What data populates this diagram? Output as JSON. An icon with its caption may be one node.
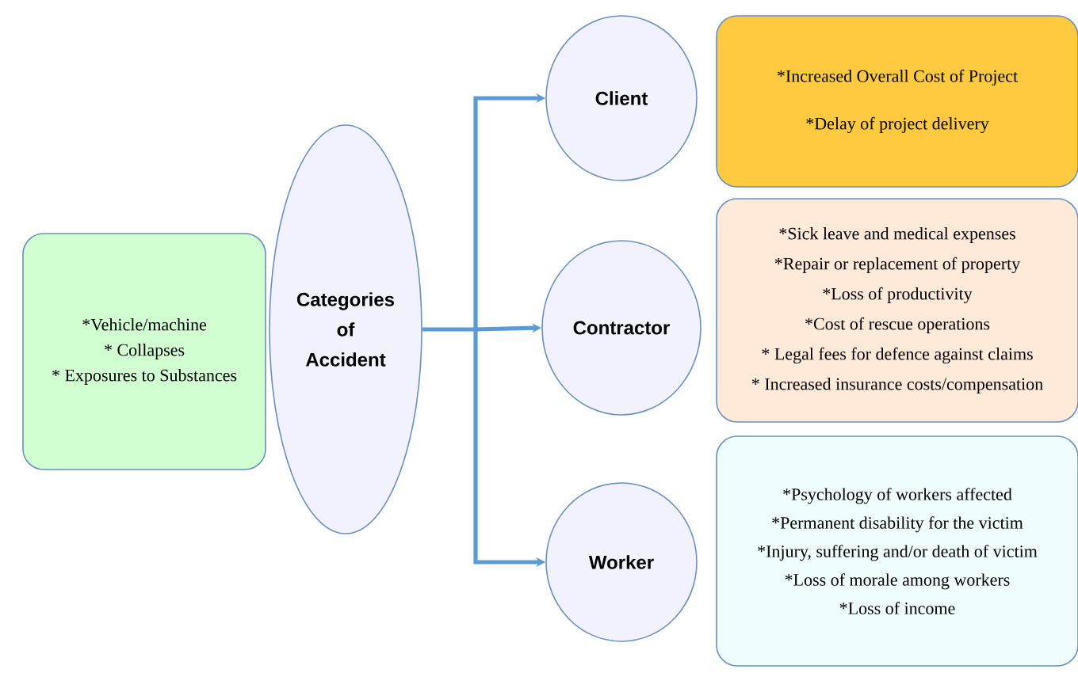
{
  "diagram": {
    "nodes": [
      {
        "text": [
          "*Vehicle/machine",
          "* Collapses",
          "* Exposures to Substances"
        ]
      },
      {
        "text": [
          "Categories of Accident"
        ]
      },
      {
        "text": [
          "Client"
        ]
      },
      {
        "text": [
          "Contractor"
        ]
      },
      {
        "text": [
          "Worker"
        ]
      },
      {
        "text": [
          "*Increased Overall Cost of Project",
          "*Delay of project delivery"
        ]
      },
      {
        "text": [
          "*Sick leave and medical expenses",
          "*Repair or replacement of property",
          "*Loss of productivity",
          "*Cost of rescue operations",
          "* Legal fees for defence against claims",
          "* Increased insurance costs/compensation"
        ]
      },
      {
        "text": [
          "*Psychology of workers affected",
          "*Permanent disability for the victim",
          "*Injury, suffering and/or death of victim",
          "*Loss of morale among workers",
          "*Loss of income"
        ]
      }
    ],
    "edges": [
      {
        "from": 1,
        "to": 2,
        "arrow": "to"
      },
      {
        "from": 1,
        "to": 3,
        "arrow": "to"
      },
      {
        "from": 1,
        "to": 4,
        "arrow": "to"
      }
    ]
  }
}
